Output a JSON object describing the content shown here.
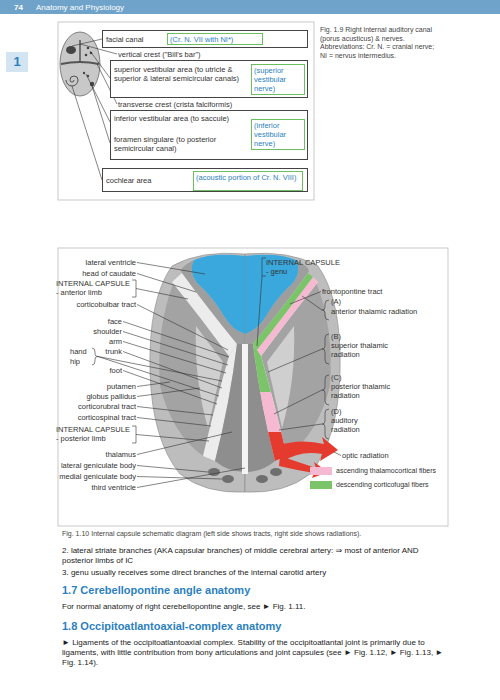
{
  "diagram": {
    "nodes": [
      {
        "text": [
          "74",
          "Anatomy and Physiology"
        ]
      },
      {
        "text": [
          "1"
        ]
      },
      {
        "text": [
          "facial canal"
        ]
      },
      {
        "text": [
          "(Cr. N. VII with NI*)"
        ],
        "in": 2
      },
      {
        "text": [
          "superior vestibular area (to utricle & superior & lateral semicircular canals)"
        ]
      },
      {
        "text": [
          "(superior vestibular nerve)"
        ],
        "in": 4
      },
      {
        "text": [
          "inferior vestibular area (to saccule)",
          "foramen singulare (to posterior semicircular canal)"
        ]
      },
      {
        "text": [
          "(inferior vestibular nerve)"
        ],
        "in": 6
      },
      {
        "text": [
          "cochlear area"
        ]
      },
      {
        "text": [
          "(acoustic portion of Cr. N. VIII)"
        ],
        "in": 8
      }
    ],
    "labels": [
      "vertical crest (\"Bill's bar\")",
      "transverse crest (crista falciformis)",
      "Fig. 1.9 Right internal auditory canal (porus acusticus) & nerves. Abbreviations: Cr. N. = cranial nerve; NI = nervus intermedius.",
      "lateral ventricle",
      "head of caudate",
      "INTERNAL CAPSULE - anterior limb",
      "corticobulbar tract",
      "face",
      "shoulder",
      "arm",
      "hand",
      "trunk",
      "hip",
      "foot",
      "putamen",
      "globus pallidus",
      "corticorubral tract",
      "corticospinal tract",
      "INTERNAL CAPSULE - posterior limb",
      "thalamus",
      "lateral geniculate body",
      "medial geniculate body",
      "third ventricle",
      "INTERNAL CAPSULE - genu",
      "frontopontine tract",
      "(A)",
      "anterior thalamic radiation",
      "(B)",
      "superior thalamic radiation",
      "(C)",
      "posterior thalamic radiation",
      "(D)",
      "auditory radiation",
      "optic radiation",
      "Fig. 1.10 Internal capsule schematic diagram (left side shows tracts, right side shows radiations).",
      "2. lateral striate branches (AKA capsular branches) of middle cerebral artery: ⇒ most of anterior AND posterior limbs of IC",
      "3. genu usually receives some direct branches of the internal carotid artery",
      "1.7 Cerebellopontine angle anatomy",
      "For normal anatomy of right cerebellopontine angle, see ► Fig. 1.11.",
      "1.8 Occipitoatlantoaxial-complex anatomy",
      "► Ligaments of the occipitoatlantoaxial complex. Stability of the occipitoatlantal joint is primarily due to ligaments, with little contribution from bony articulations and joint capsules (see ► Fig. 1.12, ► Fig. 1.13, ► Fig. 1.14)."
    ],
    "legend": [
      {
        "text": "ascending thalamocortical fibers",
        "color": "#f6b9d2"
      },
      {
        "text": "descending corticofugal fibers",
        "color": "#7cc46a"
      }
    ]
  }
}
